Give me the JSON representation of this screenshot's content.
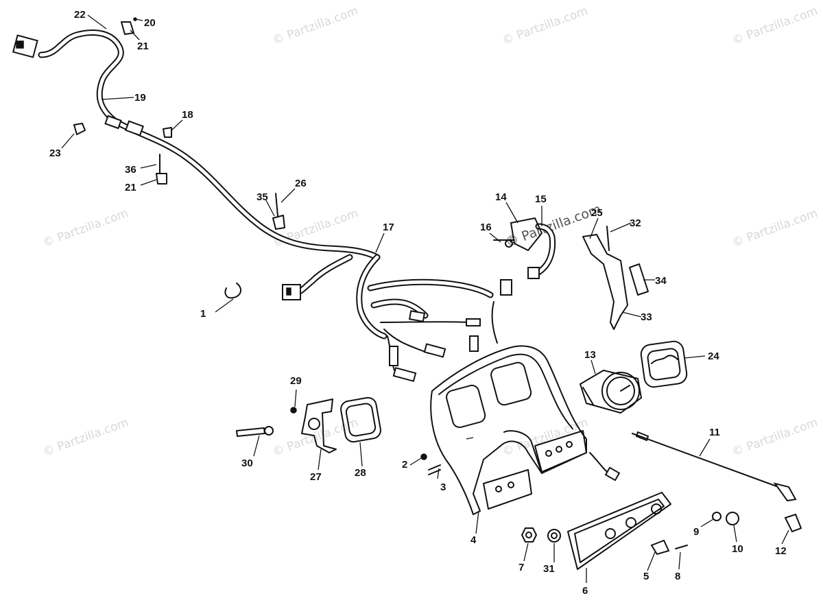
{
  "watermark": "© Partzilla.com",
  "callouts": [
    {
      "id": "1",
      "text": "1"
    },
    {
      "id": "2",
      "text": "2"
    },
    {
      "id": "3",
      "text": "3"
    },
    {
      "id": "4",
      "text": "4"
    },
    {
      "id": "5",
      "text": "5"
    },
    {
      "id": "6",
      "text": "6"
    },
    {
      "id": "7",
      "text": "7"
    },
    {
      "id": "8",
      "text": "8"
    },
    {
      "id": "9",
      "text": "9"
    },
    {
      "id": "10",
      "text": "10"
    },
    {
      "id": "11",
      "text": "11"
    },
    {
      "id": "12",
      "text": "12"
    },
    {
      "id": "13",
      "text": "13"
    },
    {
      "id": "14",
      "text": "14"
    },
    {
      "id": "15",
      "text": "15"
    },
    {
      "id": "16",
      "text": "16"
    },
    {
      "id": "17",
      "text": "17"
    },
    {
      "id": "18",
      "text": "18"
    },
    {
      "id": "19",
      "text": "19"
    },
    {
      "id": "20",
      "text": "20"
    },
    {
      "id": "21a",
      "text": "21"
    },
    {
      "id": "21b",
      "text": "21"
    },
    {
      "id": "22",
      "text": "22"
    },
    {
      "id": "23",
      "text": "23"
    },
    {
      "id": "24",
      "text": "24"
    },
    {
      "id": "25",
      "text": "25"
    },
    {
      "id": "26",
      "text": "26"
    },
    {
      "id": "27",
      "text": "27"
    },
    {
      "id": "28",
      "text": "28"
    },
    {
      "id": "29",
      "text": "29"
    },
    {
      "id": "30",
      "text": "30"
    },
    {
      "id": "31",
      "text": "31"
    },
    {
      "id": "32",
      "text": "32"
    },
    {
      "id": "33",
      "text": "33"
    },
    {
      "id": "34",
      "text": "34"
    },
    {
      "id": "35",
      "text": "35"
    },
    {
      "id": "36",
      "text": "36"
    }
  ]
}
